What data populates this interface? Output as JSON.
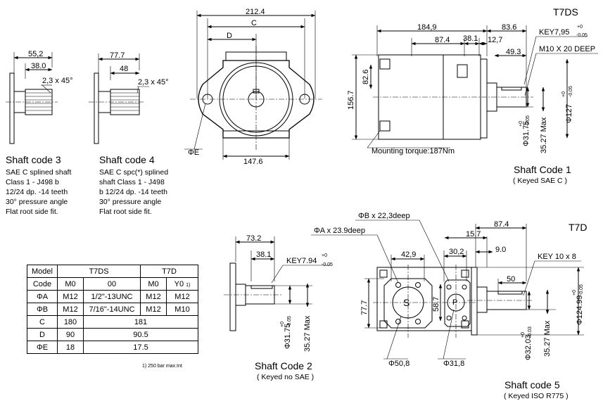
{
  "shaft_code_3": {
    "title": "Shaft code 3",
    "lines": [
      "SAE C splined shaft",
      "Class 1 - J498 b",
      "12/24 dp. -14 teeth",
      "30° pressure angle",
      "Flat root side fit."
    ],
    "dims": {
      "overall": "55,2",
      "spline": "38.0",
      "chamfer": "2,3 x 45°"
    }
  },
  "shaft_code_4": {
    "title": "Shaft code 4",
    "lines": [
      "SAE C spc(*) splined",
      "shaft Class 1 - J498",
      "b 12/24 dp. -14 teeth",
      "30° pressure angle",
      "Flat root side fit."
    ],
    "dims": {
      "overall": "77.7",
      "spline": "48",
      "chamfer": "2,3 x 45°"
    }
  },
  "front_view": {
    "dims": {
      "width": "212.4",
      "c": "C",
      "d": "D",
      "bottom": "147.6",
      "hole": "ΦE"
    }
  },
  "t7ds_view": {
    "label": "T7DS",
    "dims": {
      "a": "184,9",
      "b": "83.6",
      "c": "87.4",
      "d": "38.1",
      "e": "12,7",
      "f": "49.3",
      "height": "156.7",
      "inner": "82.6",
      "key": "KEY7,95",
      "key_tol_up": "+0",
      "key_tol_low": "-0.05",
      "thread": "M10 X 20 DEEP",
      "shaft_d": "Φ31.75",
      "shaft_tol_up": "+0",
      "shaft_tol_low": "-0.05",
      "max": "35.27 Max",
      "pilot": "Φ127",
      "pilot_tol_up": "+0",
      "pilot_tol_low": "-0.05",
      "torque": "Mounting torque:187Nm"
    },
    "caption": "Shaft Code 1",
    "caption_sub": "( Keyed  SAE  C )"
  },
  "shaft_code_2": {
    "dims": {
      "overall": "73.2",
      "key_len": "38.1",
      "key": "KEY7.94",
      "key_tol_up": "+0",
      "key_tol_low": "-0.05",
      "shaft_d": "Φ31.75",
      "shaft_tol_up": "+0",
      "shaft_tol_low": "-0.05",
      "max": "35.27 Max"
    },
    "caption": "Shaft Code 2",
    "caption_sub": "( Keyed  no  SAE )"
  },
  "ports_view": {
    "dims": {
      "phi_b": "ΦB x 22,3deep",
      "phi_a": "ΦA x 23.9deep",
      "w1": "42,9",
      "w2": "30,2",
      "h1": "77.7",
      "h2": "58.7",
      "d1": "Φ50,8",
      "d2": "Φ31,8",
      "s": "S",
      "p": "P"
    }
  },
  "t7d_view": {
    "label": "T7D",
    "dims": {
      "a": "15.7",
      "b": "87.4",
      "c": "9.0",
      "key": "KEY 10 x 8",
      "len": "50",
      "shaft_d": "Φ32.03",
      "shaft_tol_up": "+0",
      "shaft_tol_low": "-0.03",
      "max": "35.27 Max",
      "pilot": "Φ124.99",
      "pilot_tol_up": "+0",
      "pilot_tol_low": "-0.05"
    },
    "caption": "Shaft code 5",
    "caption_sub": "( Keyed  ISO R775 )"
  },
  "code_table": {
    "rows": [
      [
        "Model",
        "T7DS",
        "T7D"
      ],
      [
        "Code",
        "M0",
        "00",
        "M0",
        "Y0",
        "1)"
      ],
      [
        "ΦA",
        "M12",
        "1/2\"-13UNC",
        "M12",
        "M12"
      ],
      [
        "ΦB",
        "M12",
        "7/16\"-14UNC",
        "M12",
        "M10"
      ],
      [
        "C",
        "180",
        "181"
      ],
      [
        "D",
        "90",
        "90.5"
      ],
      [
        "ΦE",
        "18",
        "17.5"
      ]
    ],
    "footnote": "1) 250 bar max.Int"
  }
}
